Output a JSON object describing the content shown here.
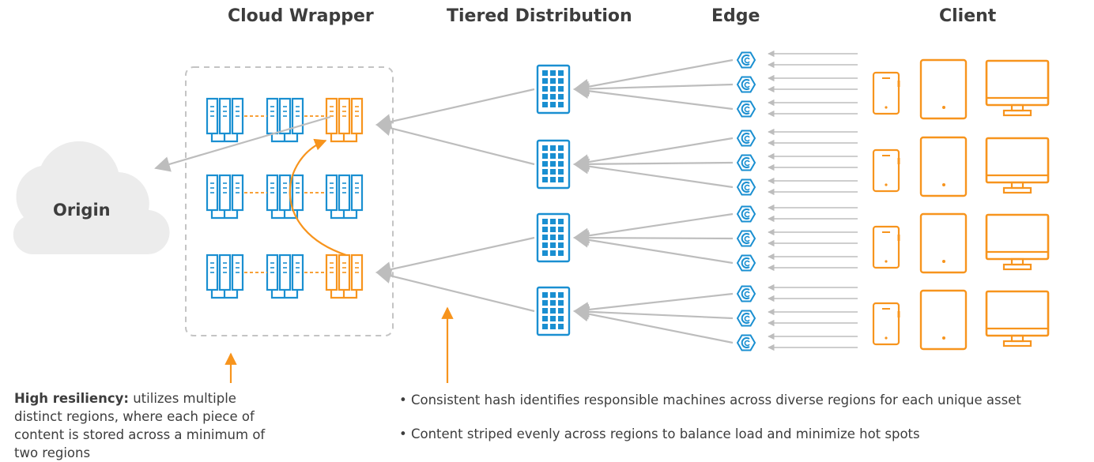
{
  "headers": {
    "cloud_wrapper": "Cloud Wrapper",
    "tiered_distribution": "Tiered Distribution",
    "edge": "Edge",
    "client": "Client"
  },
  "origin_label": "Origin",
  "resiliency": {
    "title": "High resiliency:",
    "text": "utilizes multiple distinct regions, where each piece of content is stored across a minimum of two regions"
  },
  "bullets": [
    "• Consistent hash identifies responsible machines across diverse regions for each unique asset",
    "• Content striped evenly across regions to balance load and minimize hot spots"
  ],
  "colors": {
    "blue": "#1a8fd1",
    "orange": "#f7941d",
    "gray_line": "#bdbdbd",
    "cloud": "#ececec",
    "text": "#3d3d3d"
  },
  "icons": {
    "server_rack": "server-rack-icon",
    "tiered_node": "grid-server-icon",
    "edge_node": "hexagon-edge-icon",
    "client_phone": "phone-icon",
    "client_tablet": "tablet-icon",
    "client_monitor": "monitor-icon",
    "origin": "cloud-icon"
  }
}
